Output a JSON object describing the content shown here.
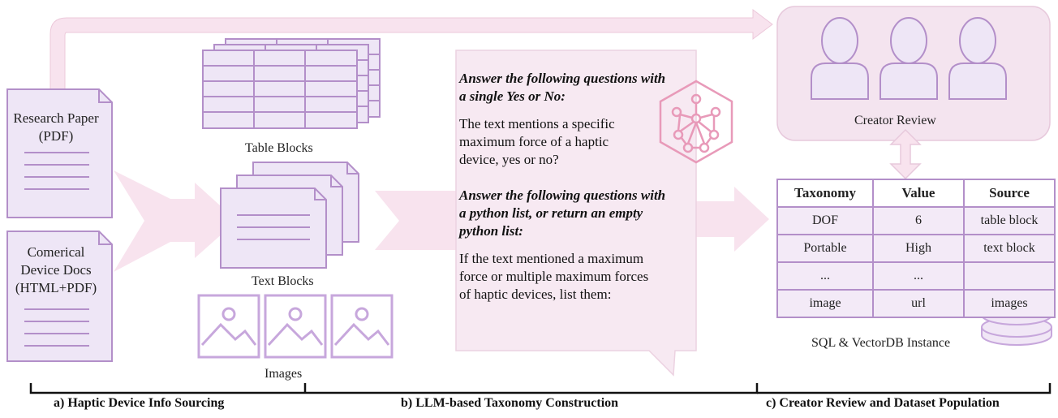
{
  "docs": {
    "paper_title": [
      "Research Paper",
      "(PDF)"
    ],
    "device_title": [
      "Comerical",
      "Device Docs",
      "(HTML+PDF)"
    ]
  },
  "labels": {
    "table_blocks": "Table Blocks",
    "text_blocks": "Text Blocks",
    "images": "Images",
    "creator_review": "Creator Review",
    "db_instance": "SQL & VectorDB Instance"
  },
  "prompt": {
    "q1": [
      "Answer the following questions with",
      "a single Yes or No:"
    ],
    "t1": [
      "The text mentions a specific",
      "maximum force of a haptic",
      "device, yes or no?"
    ],
    "q2": [
      "Answer the following questions with",
      "a python list, or return an empty",
      "python list:"
    ],
    "t2": [
      "If the text mentioned a maximum",
      "force or multiple maximum forces",
      "of haptic devices, list them:"
    ]
  },
  "table": {
    "headers": [
      "Taxonomy",
      "Value",
      "Source"
    ],
    "rows": [
      [
        "DOF",
        "6",
        "table block"
      ],
      [
        "Portable",
        "High",
        "text block"
      ],
      [
        "...",
        "...",
        ""
      ],
      [
        "image",
        "url",
        "images"
      ]
    ]
  },
  "sections": {
    "a": "a) Haptic Device Info Sourcing",
    "b": "b) LLM-based Taxonomy Construction",
    "c": "c) Creator Review and Dataset Population"
  },
  "colors": {
    "arrow": "#f8e3ee",
    "outline": "#b38fc9",
    "fill": "#eee6f6",
    "review_box": "#f4e4ef",
    "llm_icon": "#e89ab9"
  }
}
